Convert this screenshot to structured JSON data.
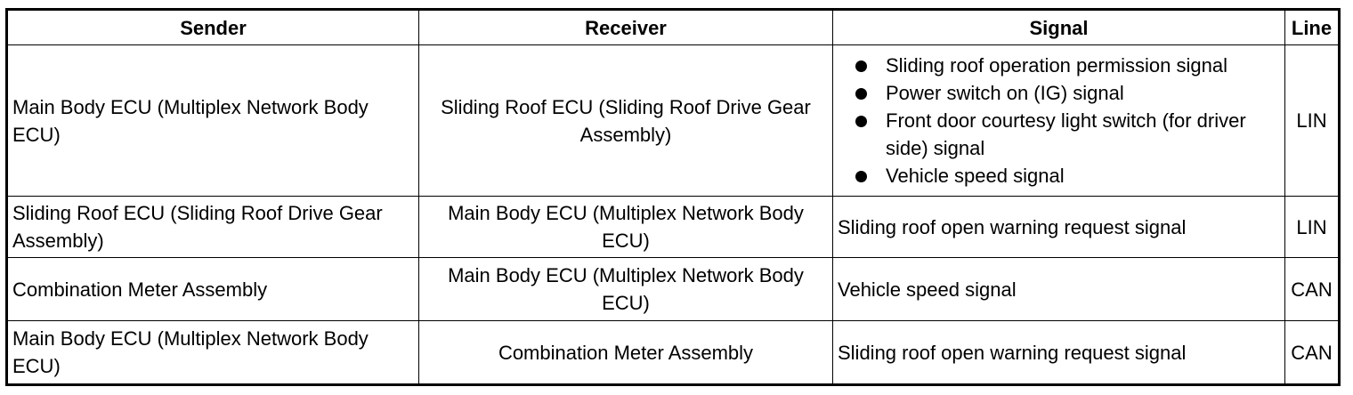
{
  "table": {
    "headers": {
      "sender": "Sender",
      "receiver": "Receiver",
      "signal": "Signal",
      "line": "Line"
    },
    "rows": [
      {
        "sender": "Main Body ECU (Multiplex Network Body ECU)",
        "receiver": "Sliding Roof ECU (Sliding Roof Drive Gear Assembly)",
        "signal_items": [
          "Sliding roof operation permission signal",
          "Power switch on (IG) signal",
          "Front door courtesy light switch (for driver side) signal",
          "Vehicle speed signal"
        ],
        "line": "LIN"
      },
      {
        "sender": "Sliding Roof ECU (Sliding Roof Drive Gear Assembly)",
        "receiver": "Main Body ECU (Multiplex Network Body ECU)",
        "signal": "Sliding roof open warning request signal",
        "line": "LIN"
      },
      {
        "sender": "Combination Meter Assembly",
        "receiver": "Main Body ECU (Multiplex Network Body ECU)",
        "signal": "Vehicle speed signal",
        "line": "CAN"
      },
      {
        "sender": "Main Body ECU (Multiplex Network Body ECU)",
        "receiver": "Combination Meter Assembly",
        "signal": "Sliding roof open warning request signal",
        "line": "CAN"
      }
    ]
  }
}
